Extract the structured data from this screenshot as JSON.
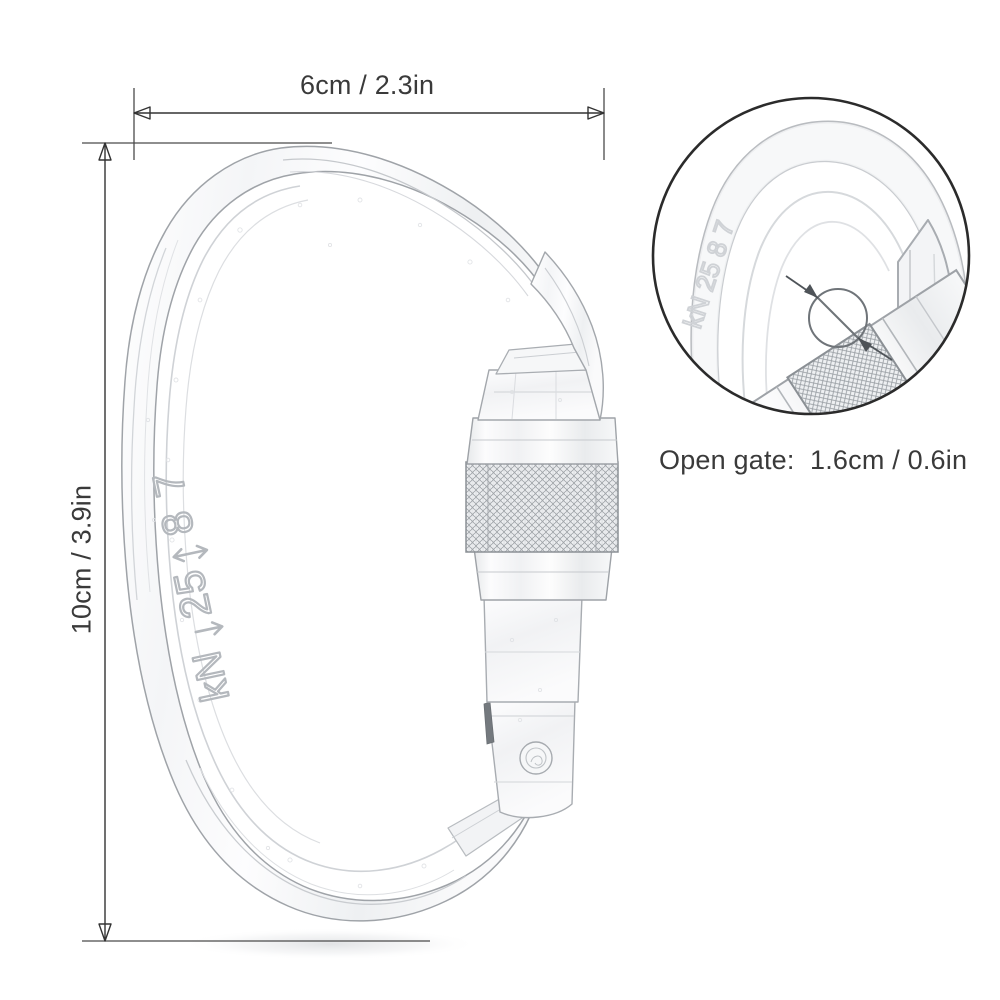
{
  "product": {
    "type": "screw-lock-carabiner",
    "shape": "D-shaped",
    "engraving_lines": [
      "kN",
      "25",
      "8",
      "7"
    ],
    "engraving_text": "kN  ↓ 25  ↕ 8  ↑ 7"
  },
  "dimensions": {
    "width": {
      "label": "6cm / 2.3in",
      "cm": "6cm",
      "inches": "2.3in",
      "orientation": "horizontal"
    },
    "height": {
      "label": "10cm / 3.9in",
      "cm": "10cm",
      "inches": "3.9in",
      "orientation": "vertical"
    },
    "gate_opening": {
      "label": "Open gate:  1.6cm / 0.6in",
      "caption": "Open gate:",
      "cm": "1.6cm",
      "inches": "0.6in"
    }
  },
  "inset": {
    "name": "open-gate-detail",
    "shape": "circle",
    "caption": "Open gate:  1.6cm / 0.6in"
  },
  "colors": {
    "background": "#ffffff",
    "text": "#3a3a3a",
    "dimension_line": "#333333",
    "extension_line": "#4a4a4a",
    "inset_border": "#2b2b2b",
    "sketch_line": "#b9bcc0",
    "sketch_line_dark": "#8d9196",
    "metal_light": "#fbfbfc",
    "metal_mid": "#eceef0",
    "metal_shadow": "#d8dbde"
  }
}
